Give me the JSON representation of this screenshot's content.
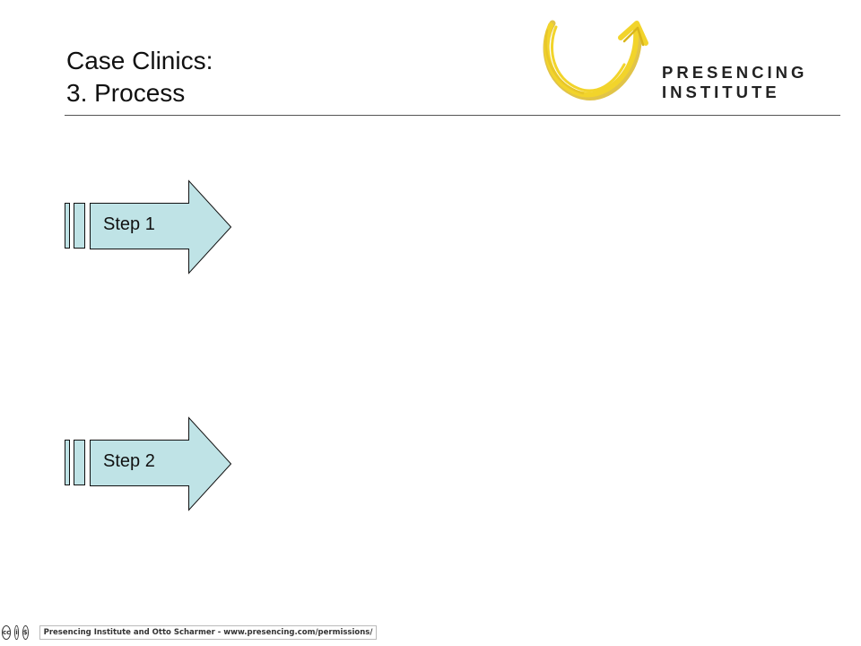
{
  "slide": {
    "title_line1": "Case Clinics:",
    "title_line2": "3. Process"
  },
  "logo": {
    "line1": "PRESENCING",
    "line2": "INSTITUTE",
    "mark_color": "#F2D42B",
    "mark_shadow_color": "#D9B51A"
  },
  "steps": [
    {
      "label": "Step 1"
    },
    {
      "label": "Step 2"
    }
  ],
  "arrow": {
    "fill": "#BFE3E6",
    "stroke": "#111111"
  },
  "footer": {
    "license_icons": [
      "cc-icon",
      "attribution-icon",
      "noncommercial-icon"
    ],
    "icon_glyphs": [
      "cc",
      "i",
      "$"
    ],
    "text": "Presencing Institute and Otto Scharmer - www.presencing.com/permissions/"
  }
}
